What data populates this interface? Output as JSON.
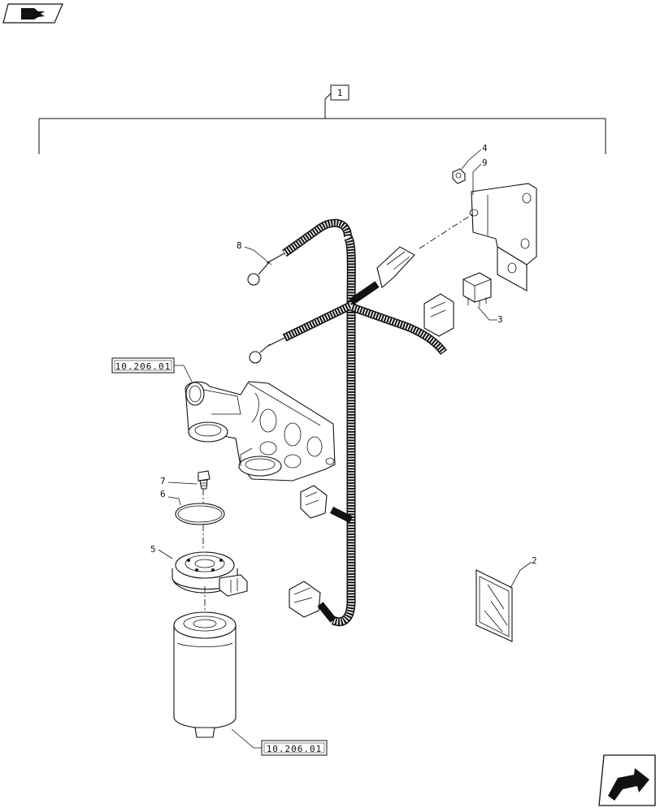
{
  "nav": {
    "top_icon": "back-arrow-icon",
    "bottom_icon": "next-page-arrow-icon"
  },
  "assembly_label": "1",
  "callouts": {
    "c2": "2",
    "c3": "3",
    "c4": "4",
    "c5": "5",
    "c6": "6",
    "c7": "7",
    "c8": "8",
    "c9": "9"
  },
  "references": {
    "ref_top": "10.206.01",
    "ref_bottom": "10.206.01"
  }
}
